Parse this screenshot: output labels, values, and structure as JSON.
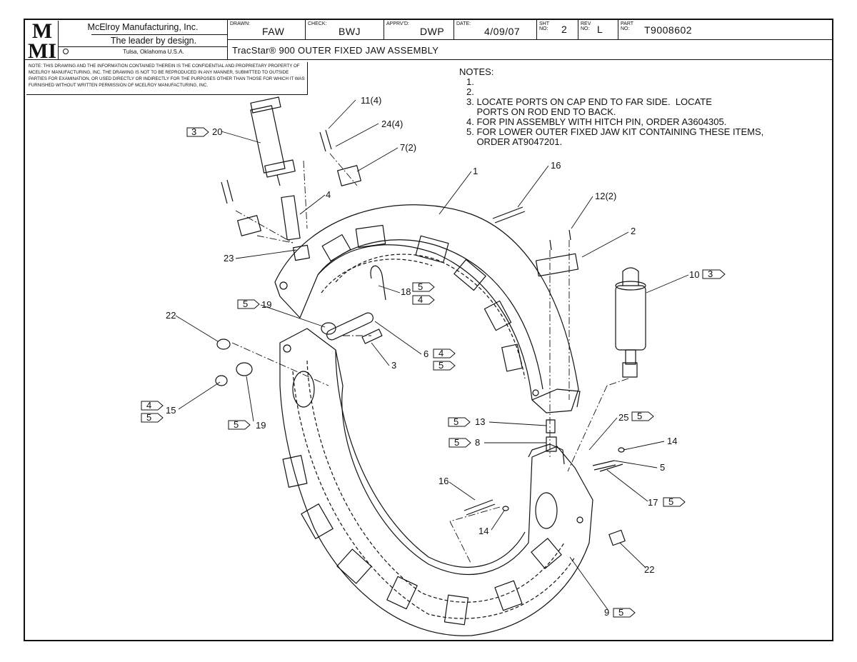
{
  "title_block": {
    "logo": "MMI",
    "company_name": "McElroy Manufacturing, Inc.",
    "slogan": "The leader by design.",
    "location": "Tulsa, Oklahoma U.S.A.",
    "drawn_label": "DRAWN:",
    "drawn_value": "FAW",
    "check_label": "CHECK:",
    "check_value": "BWJ",
    "apprvd_label": "APPRV'D:",
    "apprvd_value": "DWP",
    "date_label": "DATE:",
    "date_value": "4/09/07",
    "sht_label_1": "SHT",
    "sht_label_2": "No:",
    "sht_value": "2",
    "rev_label_1": "REV",
    "rev_label_2": "No:",
    "rev_value": "L",
    "part_label_1": "PART",
    "part_label_2": "No:",
    "part_value": "T9008602",
    "assembly_title": "TracStar® 900 OUTER FIXED JAW ASSEMBLY"
  },
  "confidential_note": "NOTE: THIS DRAWING AND THE INFORMATION CONTAINED THEREIN IS THE CONFIDENTIAL AND PROPRIETARY PROPERTY OF McElroy Manufacturing, Inc. THE DRAWING IS NOT TO BE REPRODUCED IN ANY MANNER, SUBMITTED TO OUTSIDE PARTIES FOR EXAMINATION, OR USED DIRECTLY OR INDIRECTLY FOR THE PURPOSES OTHER THAN THOSE FOR WHICH IT WAS FURNISHED WITHOUT WRITTEN PERMISSION OF McElroy Manufacturing, Inc.",
  "notes": {
    "heading": "NOTES:",
    "items": [
      "1.",
      "2.",
      "3. LOCATE PORTS ON CAP END TO FAR SIDE.  LOCATE",
      "    PORTS ON ROD END TO BACK.",
      "4. FOR PIN ASSEMBLY WITH HITCH PIN, ORDER A3604305.",
      "5. FOR LOWER OUTER FIXED JAW KIT CONTAINING THESE ITEMS,",
      "    ORDER AT9047201."
    ]
  },
  "callouts": [
    {
      "id": "c20",
      "label": "20",
      "flag": "3"
    },
    {
      "id": "c11",
      "label": "11(4)"
    },
    {
      "id": "c24",
      "label": "24(4)"
    },
    {
      "id": "c7",
      "label": "7(2)"
    },
    {
      "id": "c1",
      "label": "1"
    },
    {
      "id": "c16a",
      "label": "16"
    },
    {
      "id": "c12",
      "label": "12(2)"
    },
    {
      "id": "c2",
      "label": "2"
    },
    {
      "id": "c10",
      "label": "10",
      "flag": "3"
    },
    {
      "id": "c4",
      "label": "4"
    },
    {
      "id": "c23",
      "label": "23"
    },
    {
      "id": "c18",
      "label": "18",
      "flag": "5",
      "flag2": "4"
    },
    {
      "id": "c19a",
      "label": "19",
      "flag": "5"
    },
    {
      "id": "c22a",
      "label": "22"
    },
    {
      "id": "c6",
      "label": "6",
      "flag": "4",
      "flag2": "5"
    },
    {
      "id": "c3",
      "label": "3"
    },
    {
      "id": "c15",
      "label": "15",
      "flag": "4",
      "flag2": "5"
    },
    {
      "id": "c19b",
      "label": "19",
      "flag": "5"
    },
    {
      "id": "c13",
      "label": "13",
      "flag": "5"
    },
    {
      "id": "c25",
      "label": "25",
      "flag": "5"
    },
    {
      "id": "c8",
      "label": "8",
      "flag": "5"
    },
    {
      "id": "c14a",
      "label": "14"
    },
    {
      "id": "c5",
      "label": "5"
    },
    {
      "id": "c16b",
      "label": "16"
    },
    {
      "id": "c17",
      "label": "17",
      "flag": "5"
    },
    {
      "id": "c14b",
      "label": "14"
    },
    {
      "id": "c22b",
      "label": "22"
    },
    {
      "id": "c9",
      "label": "9",
      "flag": "5"
    }
  ]
}
